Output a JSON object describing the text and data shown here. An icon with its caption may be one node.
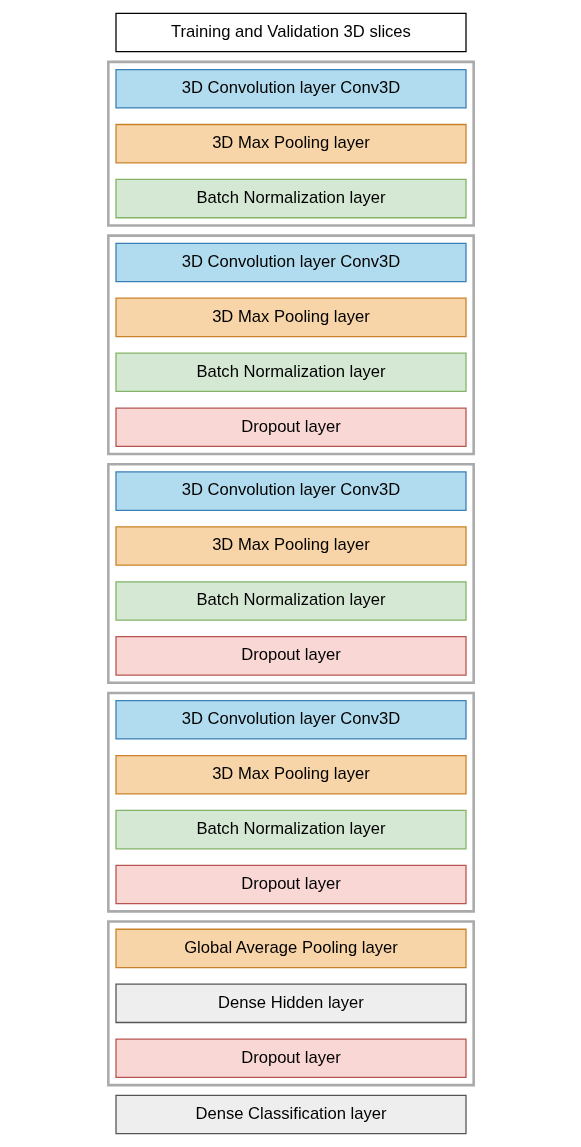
{
  "diagram": {
    "nodes": [
      {
        "text": [
          "Training and Validation 3D slices"
        ]
      },
      {
        "text": [],
        "shape": "box"
      },
      {
        "text": [
          "3D Convolution layer Conv3D"
        ],
        "in": 1
      },
      {
        "text": [
          "3D Max Pooling layer"
        ],
        "in": 1
      },
      {
        "text": [
          "Batch Normalization layer"
        ],
        "in": 1
      },
      {
        "text": [],
        "shape": "box"
      },
      {
        "text": [
          "3D Convolution layer Conv3D"
        ],
        "in": 5
      },
      {
        "text": [
          "3D Max Pooling layer"
        ],
        "in": 5
      },
      {
        "text": [
          "Batch Normalization layer"
        ],
        "in": 5
      },
      {
        "text": [
          "Dropout layer"
        ],
        "in": 5
      },
      {
        "text": [],
        "shape": "box"
      },
      {
        "text": [
          "3D Convolution layer Conv3D"
        ],
        "in": 10
      },
      {
        "text": [
          "3D Max Pooling layer"
        ],
        "in": 10
      },
      {
        "text": [
          "Batch Normalization layer"
        ],
        "in": 10
      },
      {
        "text": [
          "Dropout layer"
        ],
        "in": 10
      },
      {
        "text": [],
        "shape": "box"
      },
      {
        "text": [
          "3D Convolution layer Conv3D"
        ],
        "in": 15
      },
      {
        "text": [
          "3D Max Pooling layer"
        ],
        "in": 15
      },
      {
        "text": [
          "Batch Normalization layer"
        ],
        "in": 15
      },
      {
        "text": [
          "Dropout layer"
        ],
        "in": 15
      },
      {
        "text": [],
        "shape": "box"
      },
      {
        "text": [
          "Global Average Pooling layer"
        ],
        "in": 20
      },
      {
        "text": [
          "Dense Hidden layer"
        ],
        "in": 20
      },
      {
        "text": [
          "Dropout layer"
        ],
        "in": 20
      },
      {
        "text": [
          "Dense Classification layer"
        ]
      }
    ],
    "edges": []
  }
}
